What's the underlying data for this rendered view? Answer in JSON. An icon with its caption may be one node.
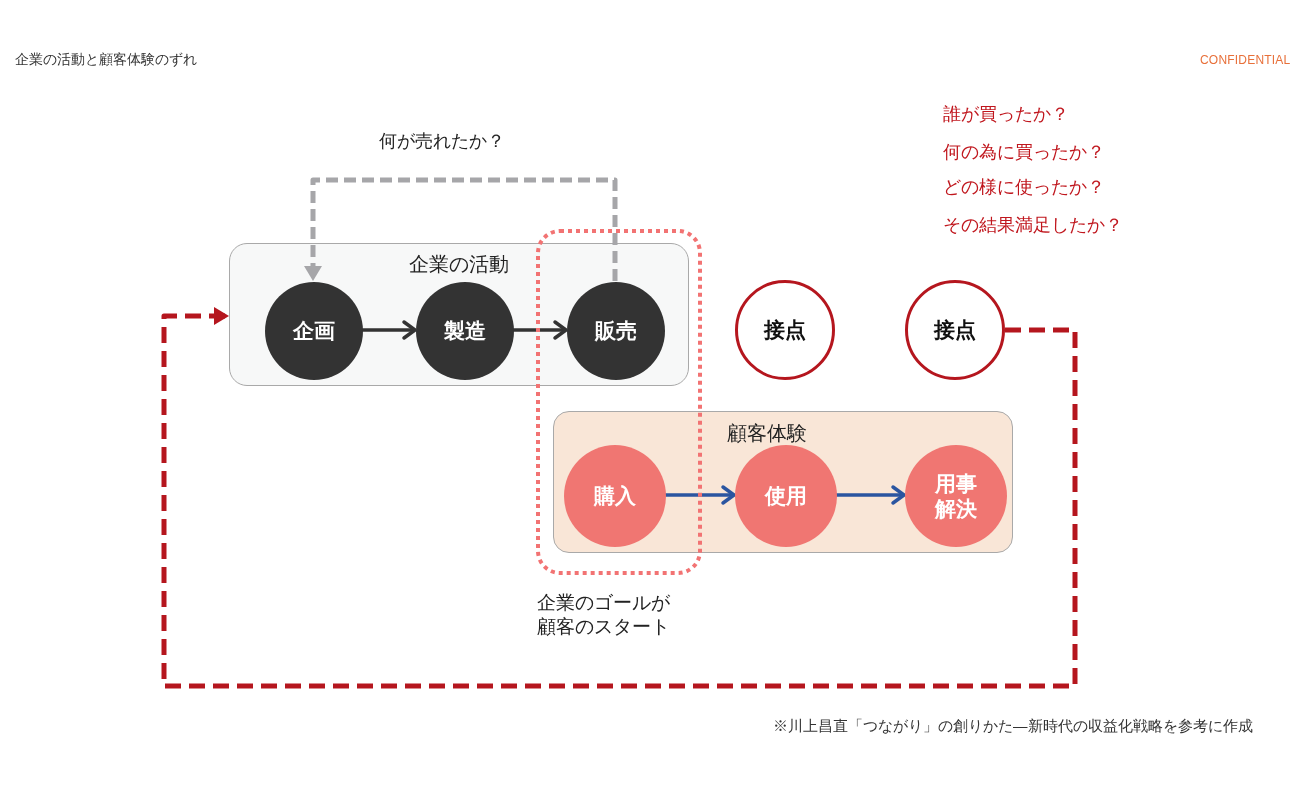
{
  "diagram": {
    "title": "企業の活動と顧客体験のずれ",
    "caption": "※川上昌直「つながり」の創りかた―新時代の収益化戦略を参考に作成",
    "nodes": [
      {
        "text": [
          "企業の活動"
        ]
      },
      {
        "text": [
          "企画"
        ],
        "in": 0
      },
      {
        "text": [
          "製造"
        ],
        "in": 0
      },
      {
        "text": [
          "販売"
        ],
        "in": 0
      },
      {
        "text": [
          "顧客体験"
        ]
      },
      {
        "text": [
          "購入"
        ],
        "in": 4
      },
      {
        "text": [
          "使用"
        ],
        "in": 4
      },
      {
        "text": [
          "用事解決"
        ],
        "in": 4
      },
      {
        "text": [
          "接点"
        ]
      },
      {
        "text": [
          "接点"
        ]
      }
    ],
    "edges": [
      {
        "from": 1,
        "to": 2,
        "arrow": "to"
      },
      {
        "from": 2,
        "to": 3,
        "arrow": "to"
      },
      {
        "from": 3,
        "to": 1,
        "arrow": "to",
        "label": "何が売れたか？",
        "style": "dashed",
        "color": "#a6a6a9"
      },
      {
        "from": 5,
        "to": 6,
        "arrow": "to",
        "color": "#2b55a0"
      },
      {
        "from": 6,
        "to": 7,
        "arrow": "to",
        "color": "#2b55a0"
      },
      {
        "from": 9,
        "to": 0,
        "arrow": "to",
        "style": "dashed",
        "color": "#b5161e"
      }
    ],
    "labels": [
      "CONFIDENTIAL",
      "誰が買ったか？",
      "何の為に買ったか？",
      "どの様に使ったか？",
      "その結果満足したか？",
      "企業のゴールが顧客のスタート"
    ]
  }
}
